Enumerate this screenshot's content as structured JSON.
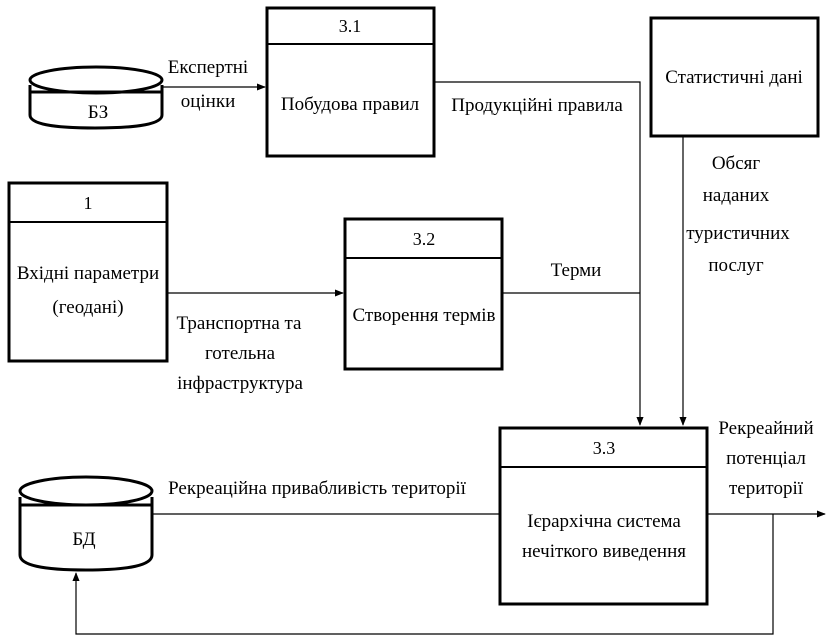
{
  "processes": {
    "p31": {
      "number": "3.1",
      "title": "Побудова правил"
    },
    "p32": {
      "number": "3.2",
      "title": "Створення термів"
    },
    "p33": {
      "number": "3.3",
      "title_line1": "Ієрархічна система",
      "title_line2": "нечіткого виведення"
    },
    "p1": {
      "number": "1",
      "title_line1": "Вхідні параметри",
      "title_line2": "(геодані)"
    }
  },
  "entities": {
    "stats": {
      "title": "Статистичні дані"
    }
  },
  "stores": {
    "bz": {
      "label": "БЗ"
    },
    "bd": {
      "label": "БД"
    }
  },
  "flows": {
    "expert": {
      "line1": "Експертні",
      "line2": "оцінки"
    },
    "rules": {
      "label": "Продукційні правила"
    },
    "terms": {
      "label": "Терми"
    },
    "volume": {
      "line1": "Обсяг",
      "line2": "наданих",
      "line3": "туристичних",
      "line4": "послуг"
    },
    "infra": {
      "line1": "Транспортна та",
      "line2": "готельна",
      "line3": "інфраструктура"
    },
    "attract": {
      "label": "Рекреаційна привабливість території"
    },
    "potential": {
      "line1": "Рекреайний",
      "line2": "потенціал",
      "line3": "території"
    }
  }
}
